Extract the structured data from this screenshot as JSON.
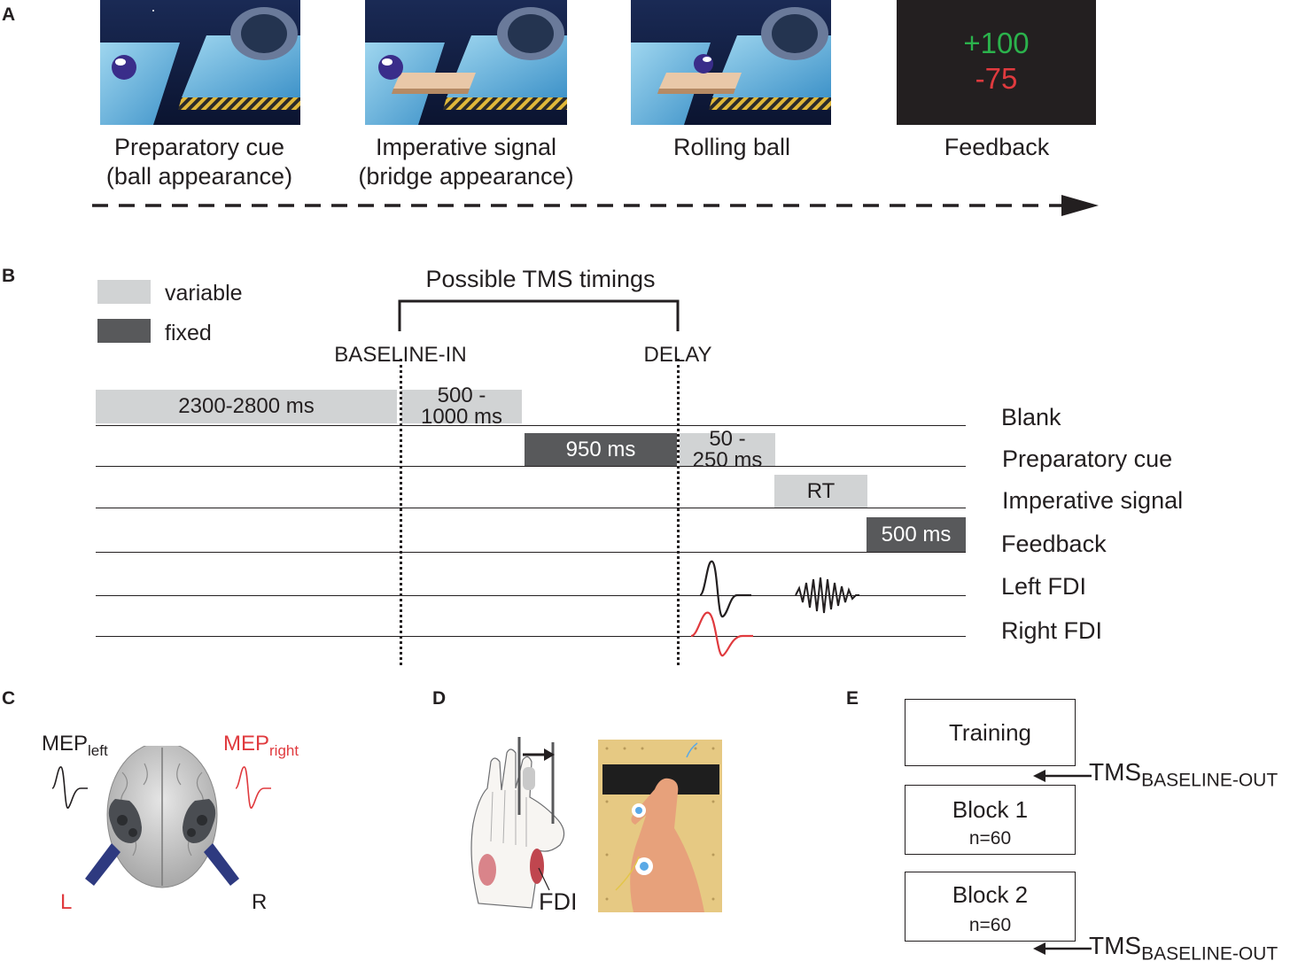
{
  "panel_a": {
    "letter": "A",
    "steps": [
      {
        "line1": "Preparatory cue",
        "line2": "(ball appearance)"
      },
      {
        "line1": "Imperative signal",
        "line2": "(bridge appearance)"
      },
      {
        "line1": "Rolling ball",
        "line2": ""
      },
      {
        "line1": "Feedback",
        "line2": ""
      }
    ],
    "feedback_values": {
      "positive": "+100",
      "negative": "-75"
    },
    "colors": {
      "positive": "#2bb24c",
      "negative": "#e03a3e"
    }
  },
  "panel_b": {
    "letter": "B",
    "legend": {
      "variable": "variable",
      "fixed": "fixed"
    },
    "bracket_title": "Possible TMS timings",
    "timing_labels": {
      "baseline_in": "BASELINE-IN",
      "delay": "DELAY"
    },
    "bars": {
      "blank_var": "2300-2800 ms",
      "blank_var2_l1": "500 -",
      "blank_var2_l2": "1000 ms",
      "prep_fixed": "950 ms",
      "prep_var_l1": "50 -",
      "prep_var_l2": "250 ms",
      "imperative_rt": "RT",
      "feedback_fixed": "500 ms"
    },
    "rows": [
      "Blank",
      "Preparatory cue",
      "Imperative signal",
      "Feedback",
      "Left FDI",
      "Right FDI"
    ],
    "colors": {
      "variable": "#d1d3d4",
      "fixed": "#58595b",
      "right_emg": "#e03a3e"
    }
  },
  "panel_c": {
    "letter": "C",
    "mep_left": "MEP",
    "mep_left_sub": "left",
    "mep_right": "MEP",
    "mep_right_sub": "right",
    "hemi_left": "L",
    "hemi_right": "R"
  },
  "panel_d": {
    "letter": "D",
    "muscle_label": "FDI"
  },
  "panel_e": {
    "letter": "E",
    "training": "Training",
    "block1": "Block 1",
    "block1_n": "n=60",
    "block2": "Block 2",
    "block2_n": "n=60",
    "tms": "TMS",
    "tms_sub": "BASELINE-OUT"
  }
}
